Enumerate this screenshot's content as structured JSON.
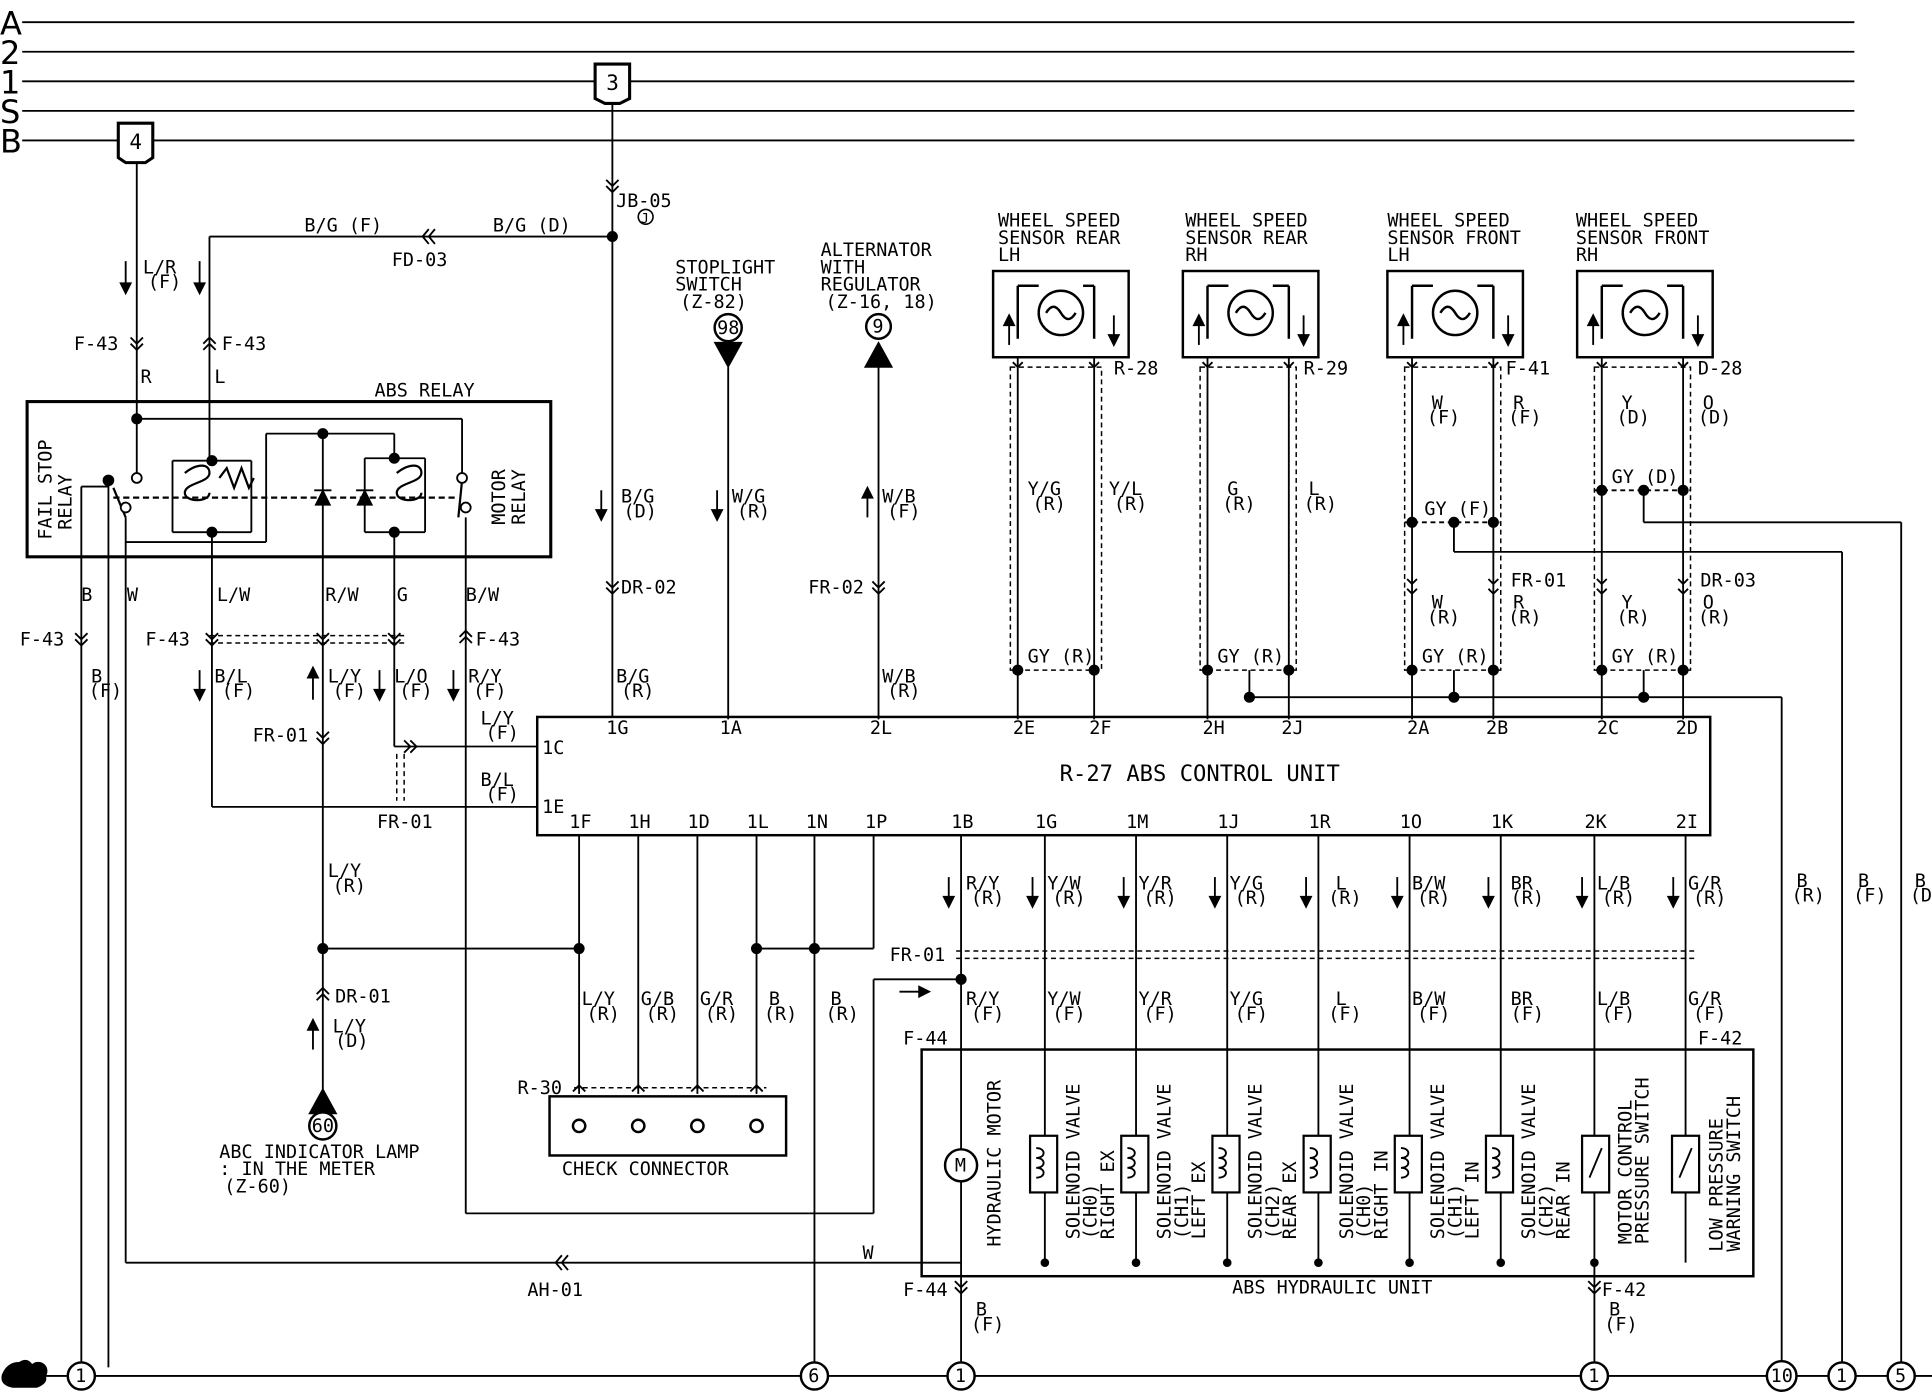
{
  "rails": [
    "A",
    "2",
    "1",
    "S",
    "B"
  ],
  "fuse_markers": [
    "3",
    "4"
  ],
  "connectors": {
    "jb05": "JB-05",
    "jb05_pin": "J",
    "fd03": "FD-03",
    "f43": "F-43",
    "dr02": "DR-02",
    "fr02": "FR-02",
    "fr01": "FR-01",
    "dr01": "DR-01",
    "r28": "R-28",
    "r29": "R-29",
    "f41": "F-41",
    "d28": "D-28",
    "dr03": "DR-03",
    "r30": "R-30",
    "f44": "F-44",
    "f42": "F-42",
    "ah01": "AH-01"
  },
  "components": {
    "abs_relay": "ABS RELAY",
    "fail_stop_relay": [
      "FAIL STOP",
      "RELAY"
    ],
    "motor_relay": [
      "MOTOR",
      "RELAY"
    ],
    "stoplight_switch": [
      "STOPLIGHT",
      "SWITCH",
      "(Z-82)"
    ],
    "stoplight_ref": "98",
    "alternator": [
      "ALTERNATOR",
      "WITH",
      "REGULATOR",
      "(Z-16, 18)"
    ],
    "alternator_ref": "9",
    "abs_control_unit": "R-27 ABS CONTROL UNIT",
    "check_connector": "CHECK CONNECTOR",
    "abc_lamp": [
      "ABC INDICATOR LAMP",
      ": IN THE METER",
      "(Z-60)"
    ],
    "abc_lamp_ref": "60",
    "abs_hydraulic_unit": "ABS HYDRAULIC UNIT"
  },
  "wheel_sensors": [
    {
      "lines": [
        "WHEEL SPEED",
        "SENSOR REAR",
        "LH"
      ],
      "connector": "R-28",
      "wire1": [
        "Y/G",
        "(R)"
      ],
      "wire2": [
        "Y/L",
        "(R)"
      ],
      "pins": [
        "2E",
        "2F"
      ]
    },
    {
      "lines": [
        "WHEEL SPEED",
        "SENSOR REAR",
        "RH"
      ],
      "connector": "R-29",
      "wire1": [
        "G",
        "(R)"
      ],
      "wire2": [
        "L",
        "(R)"
      ],
      "pins": [
        "2H",
        "2J"
      ]
    },
    {
      "lines": [
        "WHEEL SPEED",
        "SENSOR FRONT",
        "LH"
      ],
      "connector": "F-41",
      "wire1": [
        "W",
        "(F)"
      ],
      "wire2": [
        "R",
        "(F)"
      ],
      "pins": [
        "2A",
        "2B"
      ]
    },
    {
      "lines": [
        "WHEEL SPEED",
        "SENSOR FRONT",
        "RH"
      ],
      "connector": "D-28",
      "wire1": [
        "Y",
        "(D)"
      ],
      "wire2": [
        "O",
        "(D)"
      ],
      "pins": [
        "2C",
        "2D"
      ]
    }
  ],
  "sensor_mid": {
    "front_lh": {
      "gy": "GY (F)",
      "conn": "FR-01",
      "w1": [
        "W",
        "(R)"
      ],
      "w2": [
        "R",
        "(R)"
      ]
    },
    "front_rh": {
      "gy": "GY (D)",
      "conn": "DR-03",
      "w1": [
        "Y",
        "(R)"
      ],
      "w2": [
        "O",
        "(R)"
      ]
    }
  },
  "shield": "GY (R)",
  "ecu_top_pins": [
    "1G",
    "1A",
    "2L"
  ],
  "ecu_left_pins": [
    "1C",
    "1E"
  ],
  "ecu_bottom_pins": [
    "1F",
    "1H",
    "1D",
    "1L",
    "1N",
    "1P",
    "1B",
    "1G",
    "1M",
    "1J",
    "1R",
    "1O",
    "1K",
    "2K",
    "2I"
  ],
  "wires": {
    "bg_f": "B/G (F)",
    "bg_d": "B/G (D)",
    "lr": [
      "L/R",
      "(F)"
    ],
    "r": "R",
    "l": "L",
    "b": "B",
    "w": "W",
    "lw": "L/W",
    "rw": "R/W",
    "g": "G",
    "bw": "B/W",
    "bf": [
      "B",
      "(F)"
    ],
    "bl_f": [
      "B/L",
      "(F)"
    ],
    "ly_f": [
      "L/Y",
      "(F)"
    ],
    "lo_f": [
      "L/O",
      "(F)"
    ],
    "ry_f": [
      "R/Y",
      "(F)"
    ],
    "ly_f2": [
      "L/Y",
      "(F)"
    ],
    "bl_f2": [
      "B/L",
      "(F)"
    ],
    "bg_d2": [
      "B/G",
      "(D)"
    ],
    "wg_r": [
      "W/G",
      "(R)"
    ],
    "wb_f": [
      "W/B",
      "(F)"
    ],
    "bg_r": [
      "B/G",
      "(R)"
    ],
    "wb_r": [
      "W/B",
      "(R)"
    ],
    "ly_r": [
      "L/Y",
      "(R)"
    ],
    "ly_d": [
      "L/Y",
      "(D)"
    ],
    "check": [
      [
        "L/Y",
        "(R)"
      ],
      [
        "G/B",
        "(R)"
      ],
      [
        "G/R",
        "(R)"
      ],
      [
        "B",
        "(R)"
      ],
      [
        "B",
        "(R)"
      ]
    ],
    "right_gnd": [
      [
        "B",
        "(R)"
      ],
      [
        "B",
        "(F)"
      ],
      [
        "B",
        "(D)"
      ]
    ],
    "bottom_w": "W",
    "bottom_b": [
      "B",
      "(F)"
    ]
  },
  "hyd_wires_r": [
    [
      "R/Y",
      "(R)"
    ],
    [
      "Y/W",
      "(R)"
    ],
    [
      "Y/R",
      "(R)"
    ],
    [
      "Y/G",
      "(R)"
    ],
    [
      "L",
      "(R)"
    ],
    [
      "B/W",
      "(R)"
    ],
    [
      "BR",
      "(R)"
    ],
    [
      "L/B",
      "(R)"
    ],
    [
      "G/R",
      "(R)"
    ]
  ],
  "hyd_wires_f": [
    [
      "R/Y",
      "(F)"
    ],
    [
      "Y/W",
      "(F)"
    ],
    [
      "Y/R",
      "(F)"
    ],
    [
      "Y/G",
      "(F)"
    ],
    [
      "L",
      "(F)"
    ],
    [
      "B/W",
      "(F)"
    ],
    [
      "BR",
      "(F)"
    ],
    [
      "L/B",
      "(F)"
    ],
    [
      "G/R",
      "(F)"
    ]
  ],
  "hyd_components": [
    [
      "HYDRAULIC MOTOR"
    ],
    [
      "SOLENOID VALVE",
      "(CH0)",
      "RIGHT EX"
    ],
    [
      "SOLENOID VALVE",
      "(CH1)",
      "LEFT EX"
    ],
    [
      "SOLENOID VALVE",
      "(CH2)",
      "REAR EX"
    ],
    [
      "SOLENOID VALVE",
      "(CH0)",
      "RIGHT IN"
    ],
    [
      "SOLENOID VALVE",
      "(CH1)",
      "LEFT IN"
    ],
    [
      "SOLENOID VALVE",
      "(CH2)",
      "REAR IN"
    ],
    [
      "MOTOR CONTROL",
      "PRESSURE SWITCH"
    ],
    [
      "LOW PRESSURE",
      "WARNING SWITCH"
    ]
  ],
  "motor_symbol": "M",
  "grounds": [
    "1",
    "6",
    "1",
    "1",
    "10",
    "1",
    "5"
  ]
}
